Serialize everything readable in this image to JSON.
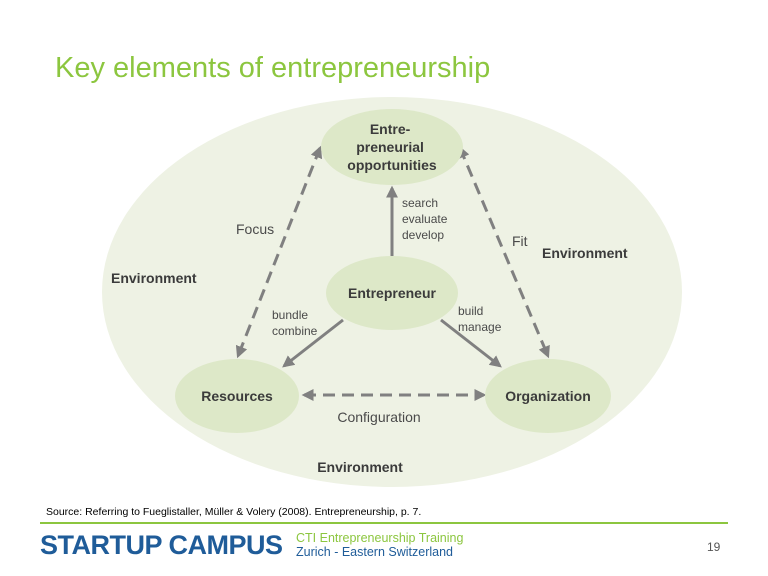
{
  "slide": {
    "title": "Key elements of entrepreneurship",
    "page_number": "19"
  },
  "diagram": {
    "nodes": {
      "opportunities": [
        "Entre-",
        "preneurial",
        "opportunities"
      ],
      "entrepreneur": "Entrepreneur",
      "resources": "Resources",
      "organization": "Organization"
    },
    "arrow_labels": {
      "focus": "Focus",
      "fit": "Fit",
      "configuration": "Configuration",
      "search_evaluate_develop": [
        "search",
        "evaluate",
        "develop"
      ],
      "bundle_combine": [
        "bundle",
        "combine"
      ],
      "build_manage": [
        "build",
        "manage"
      ]
    },
    "environment": {
      "left": "Environment",
      "right": "Environment",
      "bottom": "Environment"
    },
    "colors": {
      "background_ellipse": "#eef2e4",
      "node_fill": "#dde8c8",
      "arrow": "#808080"
    }
  },
  "footer": {
    "source": "Source: Referring to Fueglistaller, Müller & Volery (2008). Entrepreneurship, p. 7.",
    "brand": "STARTUP CAMPUS",
    "tagline_line1": "CTI Entrepreneurship Training",
    "tagline_line2": "Zurich - Eastern Switzerland",
    "accent_color": "#8cc63f",
    "brand_color": "#1f5c99"
  }
}
